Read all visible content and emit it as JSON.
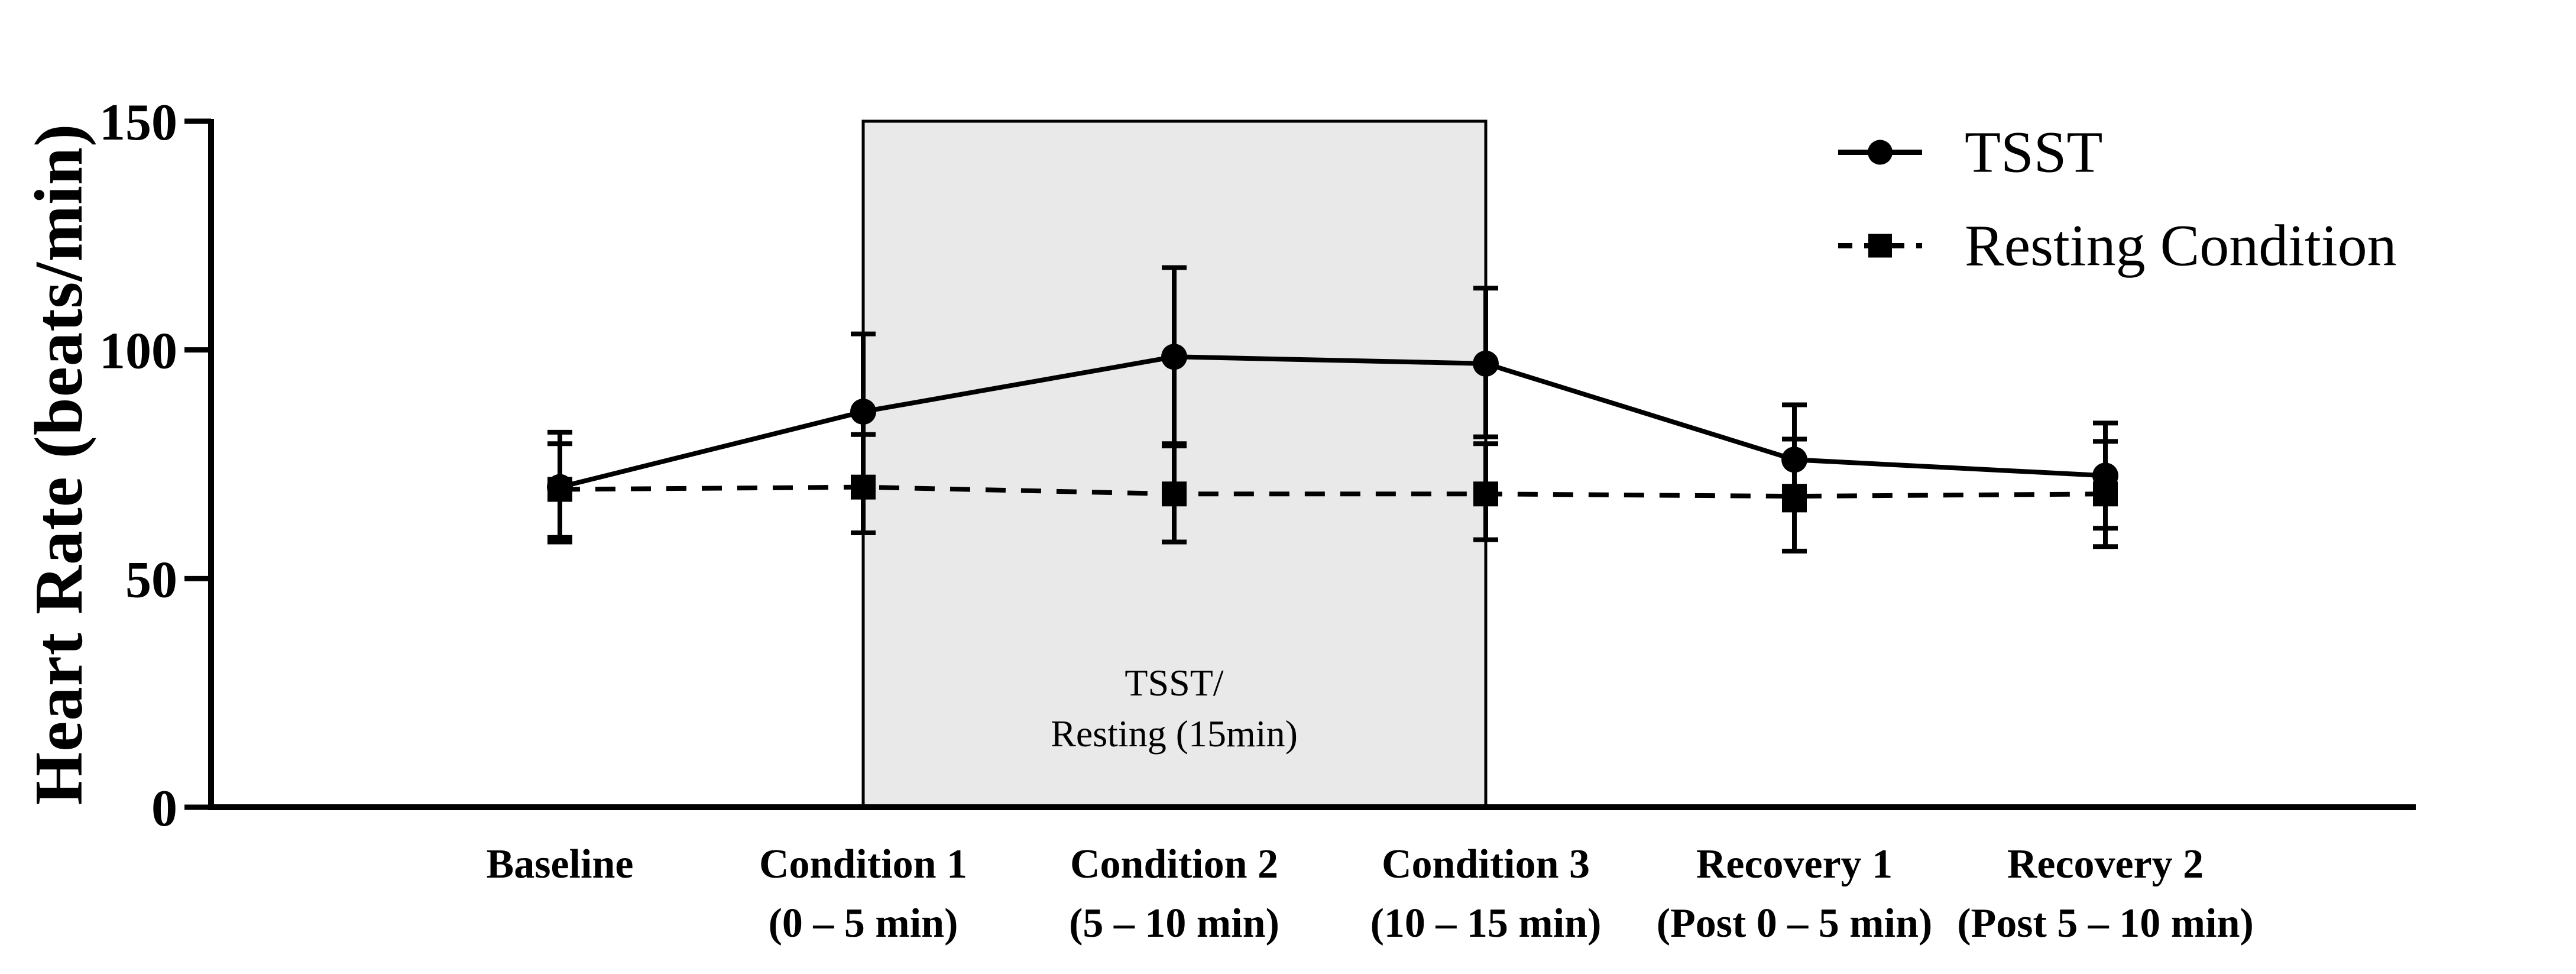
{
  "chart_data": {
    "type": "line",
    "title": "",
    "ylabel": "Heart Rate (beats/min)",
    "xlabel": "",
    "ylim": [
      0,
      150
    ],
    "yticks": [
      0,
      50,
      100,
      150
    ],
    "grid": false,
    "legend_position": "top-right",
    "categories": [
      {
        "line1": "Baseline",
        "line2": ""
      },
      {
        "line1": "Condition 1",
        "line2": "(0 – 5 min)"
      },
      {
        "line1": "Condition 2",
        "line2": "(5 – 10 min)"
      },
      {
        "line1": "Condition 3",
        "line2": "(10 – 15 min)"
      },
      {
        "line1": "Recovery 1",
        "line2": "(Post 0 – 5 min)"
      },
      {
        "line1": "Recovery 2",
        "line2": "(Post 5 – 10 min)"
      }
    ],
    "series": [
      {
        "name": "TSST",
        "marker": "circle",
        "line": "solid",
        "values": [
          70,
          86.5,
          98.5,
          97,
          76,
          72.5
        ],
        "err_up": [
          12,
          17,
          19.5,
          16.5,
          12,
          11.5
        ],
        "err_down": [
          12,
          17,
          19.5,
          16,
          11,
          11.5
        ]
      },
      {
        "name": "Resting Condition",
        "marker": "square",
        "line": "dashed",
        "values": [
          69.5,
          70,
          68.5,
          68.5,
          68,
          68.5
        ],
        "err_up": [
          10,
          11.5,
          11,
          11,
          12.5,
          11.5
        ],
        "err_down": [
          10.5,
          10,
          10.5,
          10,
          12,
          11.5
        ]
      }
    ],
    "shaded_region": {
      "from_category": 1,
      "to_category": 3,
      "label_line1": "TSST/",
      "label_line2": "Resting (15min)",
      "fill": "#e9e9e9"
    },
    "colors": {
      "line": "#000000",
      "background": "#ffffff",
      "box_fill": "#e9e9e9"
    }
  },
  "legend": {
    "items": [
      {
        "label": "TSST"
      },
      {
        "label": "Resting Condition"
      }
    ]
  }
}
